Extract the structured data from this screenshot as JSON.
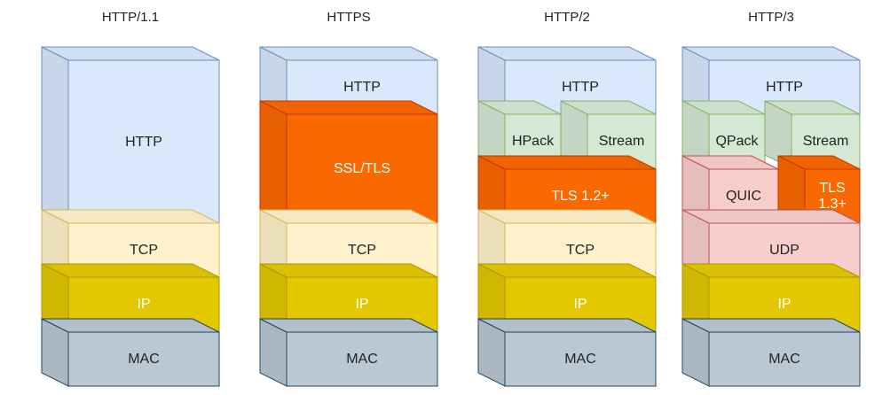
{
  "stacks": [
    {
      "title": "HTTP/1.1",
      "layers": [
        {
          "label": "HTTP"
        },
        {
          "label": "TCP"
        },
        {
          "label": "IP"
        },
        {
          "label": "MAC"
        }
      ]
    },
    {
      "title": "HTTPS",
      "layers": [
        {
          "label": "HTTP"
        },
        {
          "label": "SSL/TLS"
        },
        {
          "label": "TCP"
        },
        {
          "label": "IP"
        },
        {
          "label": "MAC"
        }
      ]
    },
    {
      "title": "HTTP/2",
      "layers": [
        {
          "label": "HTTP"
        },
        {
          "label": "HPack"
        },
        {
          "label": "Stream"
        },
        {
          "label": "TLS 1.2+"
        },
        {
          "label": "TCP"
        },
        {
          "label": "IP"
        },
        {
          "label": "MAC"
        }
      ]
    },
    {
      "title": "HTTP/3",
      "layers": [
        {
          "label": "HTTP"
        },
        {
          "label": "QPack"
        },
        {
          "label": "Stream"
        },
        {
          "label": "QUIC"
        },
        {
          "label": "TLS\n1.3+"
        },
        {
          "label": "UDP"
        },
        {
          "label": "IP"
        },
        {
          "label": "MAC"
        }
      ]
    }
  ],
  "colors": {
    "http": "#dae8fc",
    "http_stroke": "#6c8ebf",
    "tls": "#fa6800",
    "tls_stroke": "#c73500",
    "tcp": "#fff2cc",
    "tcp_stroke": "#d6b656",
    "ip": "#e3c800",
    "ip_stroke": "#b09500",
    "mac": "#bac8d3",
    "mac_stroke": "#23445d",
    "hpack": "#d5e8d4",
    "hpack_stroke": "#82b366",
    "quic": "#f8cecc",
    "quic_stroke": "#b85450",
    "text_dark": "#222222",
    "text_light": "#ffffff"
  }
}
